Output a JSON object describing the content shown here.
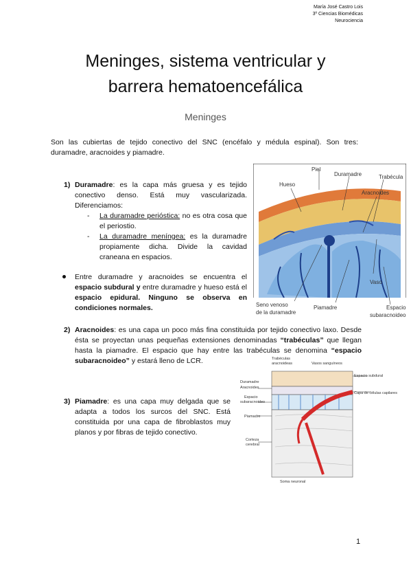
{
  "header": {
    "author": "María José Castro Lois",
    "course": "3º Ciencias Biomédicas",
    "subject": "Neurociencia"
  },
  "title_line1": "Meninges, sistema ventricular y",
  "title_line2": "barrera hematoencefálica",
  "section_title": "Meninges",
  "intro": "Son las cubiertas de tejido conectivo del SNC (encéfalo y médula espinal). Son tres: duramadre, aracnoides y piamadre.",
  "item1": {
    "num": "1)",
    "term": "Duramadre",
    "text": ": es la capa más gruesa y es tejido conectivo denso. Está muy vascularizada. Diferenciamos:",
    "sub1_term": "La duramadre perióstica:",
    "sub1_text": " no es otra cosa que el periostio.",
    "sub2_term": "La duramadre meníngea:",
    "sub2_text": " es la duramadre propiamente dicha. Divide la cavidad craneana en espacios."
  },
  "bullet": {
    "t1": "Entre duramadre y aracnoides se encuentra el ",
    "b1": "espacio subdural y",
    "t2": " entre duramadre y hueso está el ",
    "b2": "espacio epidural. Ninguno se observa en condiciones normales."
  },
  "item2": {
    "num": "2)",
    "term": "Aracnoides",
    "t1": ": es una capa un poco más fina constituida por tejido conectivo laxo. Desde ésta se proyectan unas pequeñas extensiones denominadas ",
    "b1": "“trabéculas”",
    "t2": " que llegan hasta la piamadre. El espacio que hay entre las trabéculas se denomina ",
    "b2": "“espacio subaracnoideo”",
    "t3": " y estará lleno de LCR."
  },
  "item3": {
    "num": "3)",
    "term": "Piamadre",
    "text": ": es una capa muy delgada que se adapta a todos los surcos del SNC. Está constituida por una capa de fibroblastos muy planos y por fibras de tejido conectivo."
  },
  "figure1_labels": {
    "piel": "Piel",
    "duramadre": "Duramadre",
    "trabecula": "Trabécula",
    "hueso": "Hueso",
    "aracnoides": "Aracnoides",
    "vaso": "Vaso",
    "seno1": "Seno venoso",
    "seno2": "de la duramadre",
    "piamadre": "Piamadre",
    "espacio1": "Espacio",
    "espacio2": "subaracnoideo"
  },
  "figure2_labels": {
    "trab1": "Trabéculas",
    "trab2": "aracnoideas",
    "vasos": "Vasos sanguíneos",
    "esp_subdural": "Espacio subdural",
    "duramadre": "Duramadre",
    "aracnoides": "Aracnoides",
    "esp_sub1": "Espacio",
    "esp_sub2": "subaracnoideo",
    "piamadre": "Piamadre",
    "capa_celulas": "Capa de células capilares",
    "corteza1": "Corteza",
    "corteza2": "cerebral",
    "soma": "Soma neuronal"
  },
  "page_number": "1"
}
